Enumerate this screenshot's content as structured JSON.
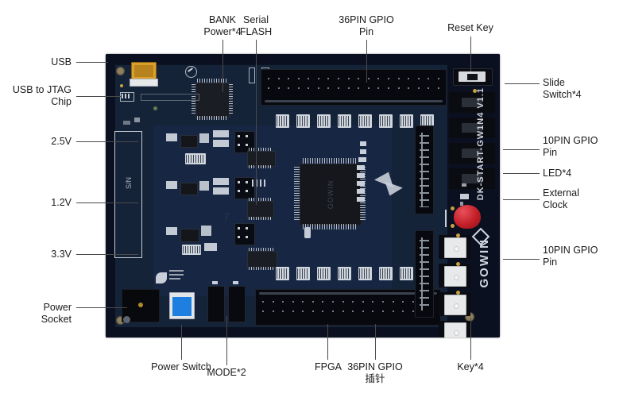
{
  "diagram": {
    "title": "Gowin DK-START-GW1N4 V1.1 development board annotated diagram",
    "board_silkscreen": {
      "model": "DK-START-GW1N4 V1.1",
      "brand": "GOWIN",
      "serial_box": "S/N"
    },
    "colors": {
      "pcb": "#16243c",
      "pcb_dark": "#0c1322",
      "label_text": "#1a1a1a",
      "leader_line": "#4a4a4a",
      "usb_connector": "#d9a12a",
      "power_switch": "#1e7fe0",
      "external_clock": "#c21f28",
      "silkscreen": "#c9cfd8"
    },
    "callouts": {
      "top": [
        {
          "id": "bank-power",
          "label": "BANK\nPower*4"
        },
        {
          "id": "serial-flash",
          "label": "Serial\nFLASH"
        },
        {
          "id": "gpio-36pin-top",
          "label": "36PIN GPIO\nPin"
        },
        {
          "id": "reset-key",
          "label": "Reset Key"
        }
      ],
      "left": [
        {
          "id": "usb",
          "label": "USB"
        },
        {
          "id": "usb-to-jtag-chip",
          "label": "USB to JTAG\nChip"
        },
        {
          "id": "rail-2v5",
          "label": "2.5V"
        },
        {
          "id": "rail-1v2",
          "label": "1.2V"
        },
        {
          "id": "rail-3v3",
          "label": "3.3V"
        },
        {
          "id": "power-socket",
          "label": "Power\nSocket"
        }
      ],
      "right": [
        {
          "id": "slide-switch",
          "label": "Slide\nSwitch*4"
        },
        {
          "id": "gpio-10pin-upper",
          "label": "10PIN GPIO\nPin"
        },
        {
          "id": "led",
          "label": "LED*4"
        },
        {
          "id": "external-clock",
          "label": "External\nClock"
        },
        {
          "id": "gpio-10pin-lower",
          "label": "10PIN GPIO\nPin"
        }
      ],
      "bottom": [
        {
          "id": "power-switch",
          "label": "Power Switch"
        },
        {
          "id": "mode",
          "label": "MODE*2"
        },
        {
          "id": "fpga",
          "label": "FPGA"
        },
        {
          "id": "gpio-36pin-bottom",
          "label": "36PIN GPIO\n插针"
        },
        {
          "id": "key",
          "label": "Key*4"
        }
      ]
    }
  }
}
